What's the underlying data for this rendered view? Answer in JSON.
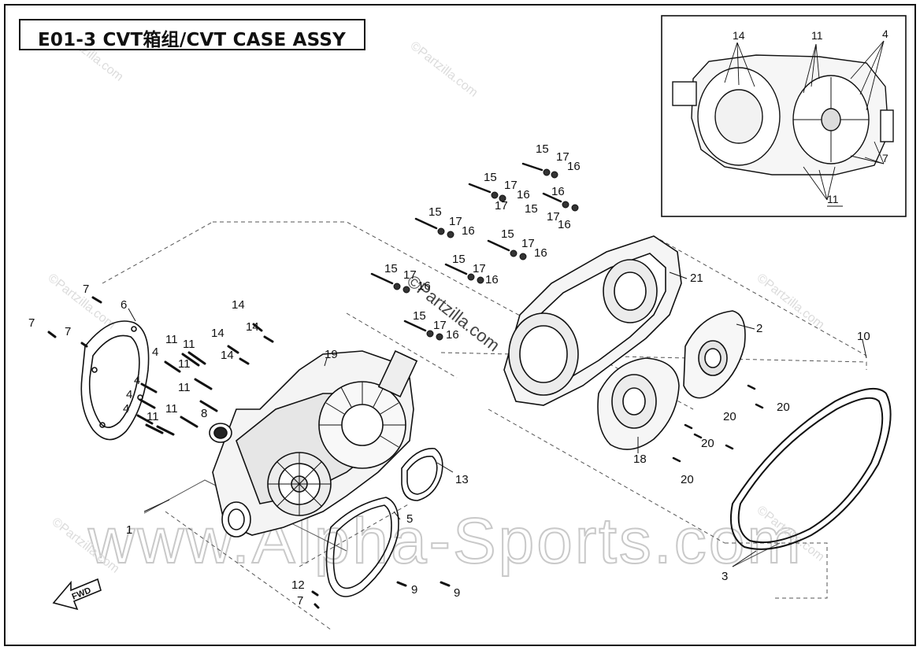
{
  "title": "E01-3 CVT箱组/CVT CASE ASSY",
  "watermarks": {
    "main": "www.Alpha-Sports.com",
    "partzilla": "©Partzilla.com"
  },
  "fwd_label": "FWD",
  "callouts": {
    "c1": "1",
    "c2": "2",
    "c3": "3",
    "c4a": "4",
    "c4b": "4",
    "c4c": "4",
    "c4d": "4",
    "c5": "5",
    "c6": "6",
    "c7a": "7",
    "c7b": "7",
    "c7c": "7",
    "c7d": "7",
    "c8": "8",
    "c9a": "9",
    "c9b": "9",
    "c10": "10",
    "c11a": "11",
    "c11b": "11",
    "c11c": "11",
    "c11d": "11",
    "c11e": "11",
    "c11f": "11",
    "c12": "12",
    "c13": "13",
    "c14a": "14",
    "c14b": "14",
    "c14c": "14",
    "c14d": "14",
    "c15a": "15",
    "c15b": "15",
    "c15c": "15",
    "c15d": "15",
    "c15e": "15",
    "c15f": "15",
    "c15g": "15",
    "c15h": "15",
    "c16a": "16",
    "c16b": "16",
    "c16c": "16",
    "c16d": "16",
    "c16e": "16",
    "c16f": "16",
    "c16g": "16",
    "c16h": "16",
    "c16i": "16",
    "c17a": "17",
    "c17b": "17",
    "c17c": "17",
    "c17d": "17",
    "c17e": "17",
    "c17f": "17",
    "c17g": "17",
    "c17h": "17",
    "c17i": "17",
    "c18": "18",
    "c19": "19",
    "c20a": "20",
    "c20b": "20",
    "c20c": "20",
    "c20d": "20",
    "c21": "21"
  },
  "inset_callouts": {
    "i14": "14",
    "i11a": "11",
    "i4": "4",
    "i7": "7",
    "i11b": "11"
  }
}
